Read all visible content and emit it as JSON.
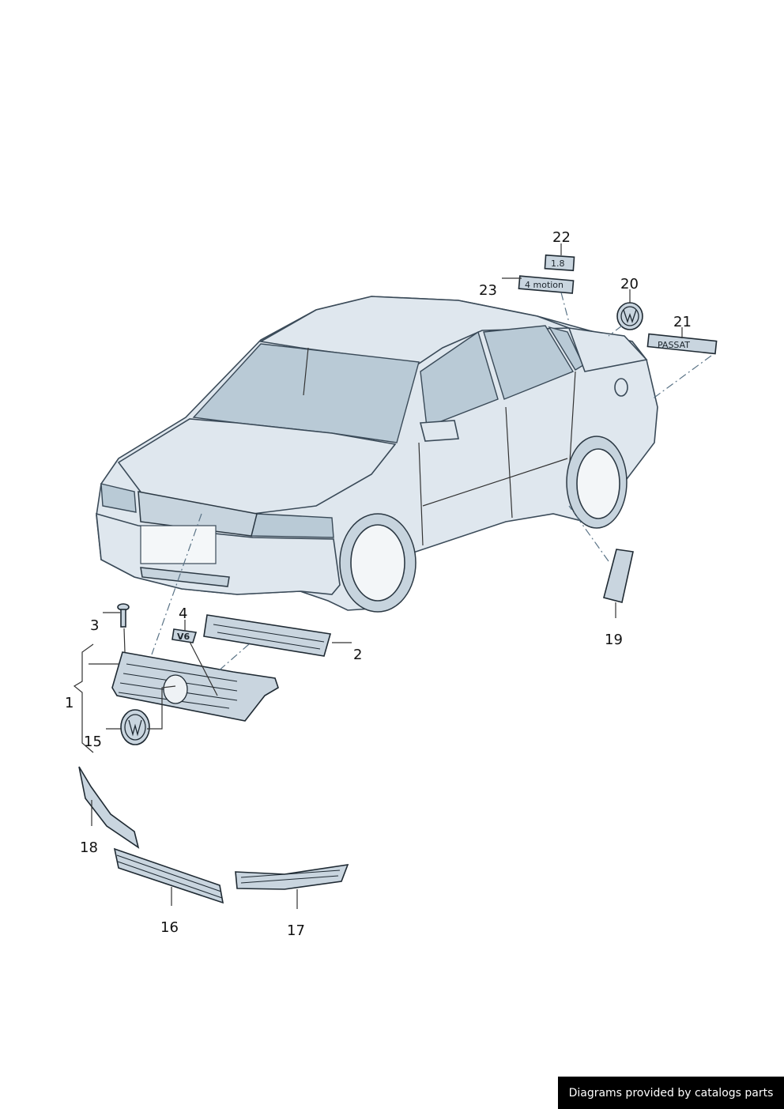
{
  "callouts": {
    "c1": "1",
    "c2": "2",
    "c3": "3",
    "c4": "4",
    "c15": "15",
    "c16": "16",
    "c17": "17",
    "c18": "18",
    "c19": "19",
    "c20": "20",
    "c21": "21",
    "c22": "22",
    "c23": "23"
  },
  "badges": {
    "badge_22": "1.8",
    "badge_23": "4 motion",
    "badge_21": "PASSAT",
    "badge_4": "V6"
  },
  "watermark": "Diagrams provided by catalogs parts"
}
